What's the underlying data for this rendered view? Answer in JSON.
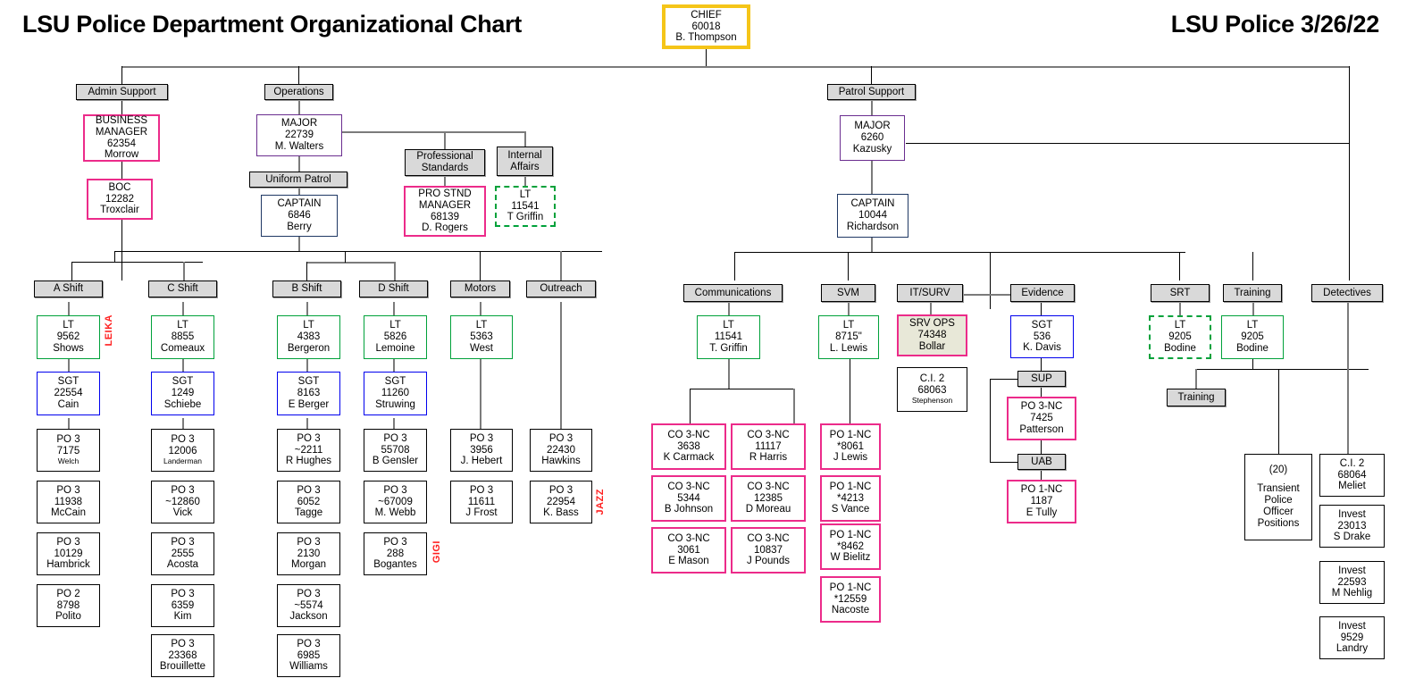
{
  "titles": {
    "left": "LSU Police Department Organizational Chart",
    "right": "LSU Police 3/26/22"
  },
  "colors": {
    "chief": "#f5c518",
    "civilian_pink": "#ec2b8a",
    "major_purple": "#6a2d8f",
    "captain_navy": "#1f3864",
    "lieutenant_green": "#00a13a",
    "sergeant_blue": "#0000ee",
    "dept_header_fill": "#d9d9d9",
    "annotation_red": "#ff1f1f",
    "srv_ops_fill": "#e8e8d8"
  },
  "chief": {
    "rank": "CHIEF",
    "id": "60018",
    "name": "B. Thompson"
  },
  "departments": {
    "admin_support": "Admin Support",
    "operations": "Operations",
    "patrol_support": "Patrol Support",
    "uniform_patrol": "Uniform Patrol",
    "professional_standards": "Professional Standards",
    "internal_affairs": "Internal Affairs",
    "a_shift": "A Shift",
    "c_shift": "C Shift",
    "b_shift": "B Shift",
    "d_shift": "D Shift",
    "motors": "Motors",
    "outreach": "Outreach",
    "communications": "Communications",
    "svm": "SVM",
    "it_surv": "IT/SURV",
    "evidence": "Evidence",
    "sup": "SUP",
    "uab": "UAB",
    "srt": "SRT",
    "training": "Training",
    "training_sub": "Training",
    "detectives": "Detectives"
  },
  "admin_support": {
    "business_manager": {
      "rank": "BUSINESS MANAGER",
      "rank1": "BUSINESS",
      "rank2": "MANAGER",
      "id": "62354",
      "name": "Morrow"
    },
    "boc": {
      "rank": "BOC",
      "id": "12282",
      "name": "Troxclair"
    }
  },
  "operations": {
    "major": {
      "rank": "MAJOR",
      "id": "22739",
      "name": "M. Walters"
    },
    "captain": {
      "rank": "CAPTAIN",
      "id": "6846",
      "name": "Berry"
    },
    "pro_stnd_manager": {
      "rank1": "PRO STND",
      "rank2": "MANAGER",
      "id": "68139",
      "name": "D. Rogers"
    },
    "internal_affairs_lt": {
      "rank": "LT",
      "id": "11541",
      "name": "T Griffin"
    }
  },
  "a_shift": {
    "label": "A Shift",
    "side_label": "LEIKA",
    "members": [
      {
        "rank": "LT",
        "id": "9562",
        "name": "Shows",
        "style": "green"
      },
      {
        "rank": "SGT",
        "id": "22554",
        "name": "Cain",
        "style": "blue"
      },
      {
        "rank": "PO 3",
        "id": "7175",
        "name": "Welch",
        "style": "black"
      },
      {
        "rank": "PO 3",
        "id": "11938",
        "name": "McCain",
        "style": "black"
      },
      {
        "rank": "PO 3",
        "id": "10129",
        "name": "Hambrick",
        "style": "black"
      },
      {
        "rank": "PO 2",
        "id": "8798",
        "name": "Polito",
        "style": "black"
      }
    ]
  },
  "c_shift": {
    "label": "C Shift",
    "members": [
      {
        "rank": "LT",
        "id": "8855",
        "name": "Comeaux",
        "style": "green"
      },
      {
        "rank": "SGT",
        "id": "1249",
        "name": "Schiebe",
        "style": "blue"
      },
      {
        "rank": "PO 3",
        "id": "12006",
        "name": "Landerman",
        "style": "black"
      },
      {
        "rank": "PO 3",
        "id": "~12860",
        "name": "Vick",
        "style": "black"
      },
      {
        "rank": "PO 3",
        "id": "2555",
        "name": "Acosta",
        "style": "black"
      },
      {
        "rank": "PO 3",
        "id": "6359",
        "name": "Kim",
        "style": "black"
      },
      {
        "rank": "PO 3",
        "id": "23368",
        "name": "Brouillette",
        "style": "black"
      }
    ]
  },
  "b_shift": {
    "label": "B Shift",
    "members": [
      {
        "rank": "LT",
        "id": "4383",
        "name": "Bergeron",
        "style": "green"
      },
      {
        "rank": "SGT",
        "id": "8163",
        "name": "E Berger",
        "style": "blue"
      },
      {
        "rank": "PO 3",
        "id": "~2211",
        "name": "R Hughes",
        "style": "black"
      },
      {
        "rank": "PO 3",
        "id": "6052",
        "name": "Tagge",
        "style": "black"
      },
      {
        "rank": "PO 3",
        "id": "2130",
        "name": "Morgan",
        "style": "black"
      },
      {
        "rank": "PO 3",
        "id": "~5574",
        "name": "Jackson",
        "style": "black"
      },
      {
        "rank": "PO 3",
        "id": "6985",
        "name": "Williams",
        "style": "black"
      }
    ]
  },
  "d_shift": {
    "label": "D Shift",
    "side_label": "GIGI",
    "members": [
      {
        "rank": "LT",
        "id": "5826",
        "name": "Lemoine",
        "style": "green"
      },
      {
        "rank": "SGT",
        "id": "11260",
        "name": "Struwing",
        "style": "blue"
      },
      {
        "rank": "PO 3",
        "id": "55708",
        "name": "B Gensler",
        "style": "black"
      },
      {
        "rank": "PO 3",
        "id": "~67009",
        "name": "M. Webb",
        "style": "black"
      },
      {
        "rank": "PO 3",
        "id": "288",
        "name": "Bogantes",
        "style": "black"
      }
    ]
  },
  "motors": {
    "label": "Motors",
    "members": [
      {
        "rank": "LT",
        "id": "5363",
        "name": "West",
        "style": "green"
      },
      {
        "rank": "PO 3",
        "id": "3956",
        "name": "J. Hebert",
        "style": "black"
      },
      {
        "rank": "PO 3",
        "id": "11611",
        "name": "J Frost",
        "style": "black"
      }
    ]
  },
  "outreach": {
    "label": "Outreach",
    "side_label": "JAZZ",
    "members": [
      {
        "rank": "PO 3",
        "id": "22430",
        "name": "Hawkins",
        "style": "black"
      },
      {
        "rank": "PO 3",
        "id": "22954",
        "name": "K. Bass",
        "style": "black"
      }
    ]
  },
  "patrol_support": {
    "major": {
      "rank": "MAJOR",
      "id": "6260",
      "name": "Kazusky"
    },
    "captain": {
      "rank": "CAPTAIN",
      "id": "10044",
      "name": "Richardson"
    }
  },
  "communications": {
    "lt": {
      "rank": "LT",
      "id": "11541",
      "name": "T. Griffin"
    },
    "col_left": [
      {
        "rank": "CO 3-NC",
        "id": "3638",
        "name": "K Carmack"
      },
      {
        "rank": "CO 3-NC",
        "id": "5344",
        "name": "B Johnson"
      },
      {
        "rank": "CO 3-NC",
        "id": "3061",
        "name": "E Mason"
      }
    ],
    "col_right": [
      {
        "rank": "CO 3-NC",
        "id": "11117",
        "name": "R Harris"
      },
      {
        "rank": "CO 3-NC",
        "id": "12385",
        "name": "D Moreau"
      },
      {
        "rank": "CO 3-NC",
        "id": "10837",
        "name": "J Pounds"
      }
    ]
  },
  "svm": {
    "lt": {
      "rank": "LT",
      "id": "8715\"",
      "name": "L. Lewis"
    },
    "members": [
      {
        "rank": "PO 1-NC",
        "id": "*8061",
        "name": "J Lewis"
      },
      {
        "rank": "PO 1-NC",
        "id": "*4213",
        "name": "S Vance"
      },
      {
        "rank": "PO 1-NC",
        "id": "*8462",
        "name": "W Bielitz"
      },
      {
        "rank": "PO 1-NC",
        "id": "*12559",
        "name": "Nacoste"
      }
    ]
  },
  "it_surv": {
    "srv_ops": {
      "rank1": "SRV OPS",
      "id": "74348",
      "name": "Bollar"
    },
    "ci2": {
      "rank": "C.I. 2",
      "id": "68063",
      "name": "Stephenson"
    }
  },
  "evidence": {
    "sgt": {
      "rank": "SGT",
      "id": "536",
      "name": "K. Davis"
    },
    "sup_member": {
      "rank": "PO 3-NC",
      "id": "7425",
      "name": "Patterson"
    },
    "uab_member": {
      "rank": "PO 1-NC",
      "id": "1187",
      "name": "E Tully"
    }
  },
  "srt": {
    "lt": {
      "rank": "LT",
      "id": "9205",
      "name": "Bodine"
    }
  },
  "training": {
    "lt": {
      "rank": "LT",
      "id": "9205",
      "name": "Bodine"
    },
    "transient": {
      "count": "(20)",
      "l1": "Transient",
      "l2": "Police",
      "l3": "Officer",
      "l4": "Positions"
    }
  },
  "detectives": {
    "members": [
      {
        "rank": "C.I. 2",
        "id": "68064",
        "name": "Meliet"
      },
      {
        "rank": "Invest",
        "id": "23013",
        "name": "S Drake"
      },
      {
        "rank": "Invest",
        "id": "22593",
        "name": "M Nehlig"
      },
      {
        "rank": "Invest",
        "id": "9529",
        "name": "Landry"
      }
    ]
  }
}
